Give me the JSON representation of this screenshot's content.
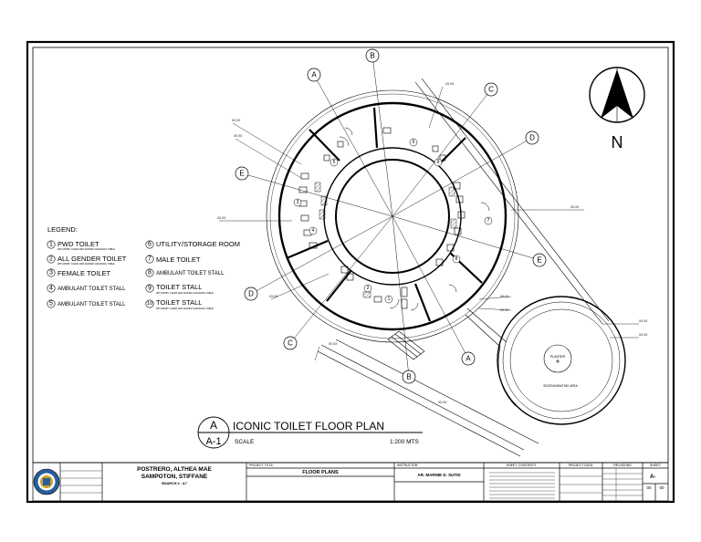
{
  "legend": {
    "heading": "LEGEND:",
    "items": [
      {
        "num": "1",
        "label": "PWD TOILET",
        "sub": "WITH BABY CHAIR AND DIAPER CHANGING TABLE"
      },
      {
        "num": "2",
        "label": "ALL GENDER TOILET",
        "sub": "WITH BABY CHAIR AND DIAPER CHANGING TABLE"
      },
      {
        "num": "3",
        "label": "FEMALE TOILET",
        "sub": ""
      },
      {
        "num": "4",
        "label": "AMBULANT TOILET STALL",
        "sub": ""
      },
      {
        "num": "5",
        "label": "AMBULANT TOILET STALL",
        "sub": ""
      },
      {
        "num": "6",
        "label": "UTILITY/STORAGE ROOM",
        "sub": ""
      },
      {
        "num": "7",
        "label": "MALE TOILET",
        "sub": ""
      },
      {
        "num": "8",
        "label": "AMBULANT TOILET STALL",
        "sub": ""
      },
      {
        "num": "9",
        "label": "TOILET STALL",
        "sub": "WITH BABY CHAIR AND DIAPER CHANGING TABLE"
      },
      {
        "num": "10",
        "label": "TOILET STALL",
        "sub": "WITH BABY CHAIR AND DIAPER CHANGING TABLE"
      }
    ]
  },
  "grid_labels": [
    "A",
    "B",
    "C",
    "D",
    "E"
  ],
  "room_numbers": [
    "1",
    "2",
    "3",
    "4",
    "5",
    "6",
    "7",
    "8",
    "9"
  ],
  "planter": {
    "label": "PLANTER",
    "seating": "SEATING/WAITING AREA"
  },
  "drawing_title": {
    "letter": "A",
    "sheet_ref": "A-1",
    "title": "ICONIC TOILET FLOOR PLAN",
    "scale_label": "SCALE",
    "scale_value": "1:200 MTS"
  },
  "north_label": "N",
  "title_block": {
    "students_line1": "POSTRERO, ALTHEA MAE",
    "students_line2": "SAMPOTON, STIFFANE",
    "section": "BSARCH 4 - A7",
    "project_title_hdr": "PROJECT TITLE:",
    "sheet_contents_title": "FLOOR PLANS",
    "instructor_hdr": "INSTRUCTOR:",
    "instructor": "AR. MARNIE D. SUTID",
    "sheet_contents_hdr": "SHEET CONTENTS",
    "project_data_hdr": "PROJECT DATA",
    "revisions_hdr": "REVISIONS",
    "sheet_hdr": "SHEET",
    "sheet_no": "A-",
    "sheet_count_a": "00",
    "sheet_count_b": "00"
  },
  "colors": {
    "line": "#000000",
    "paper": "#ffffff",
    "logo_blue": "#2a5d9c",
    "logo_gold": "#c9a227"
  }
}
